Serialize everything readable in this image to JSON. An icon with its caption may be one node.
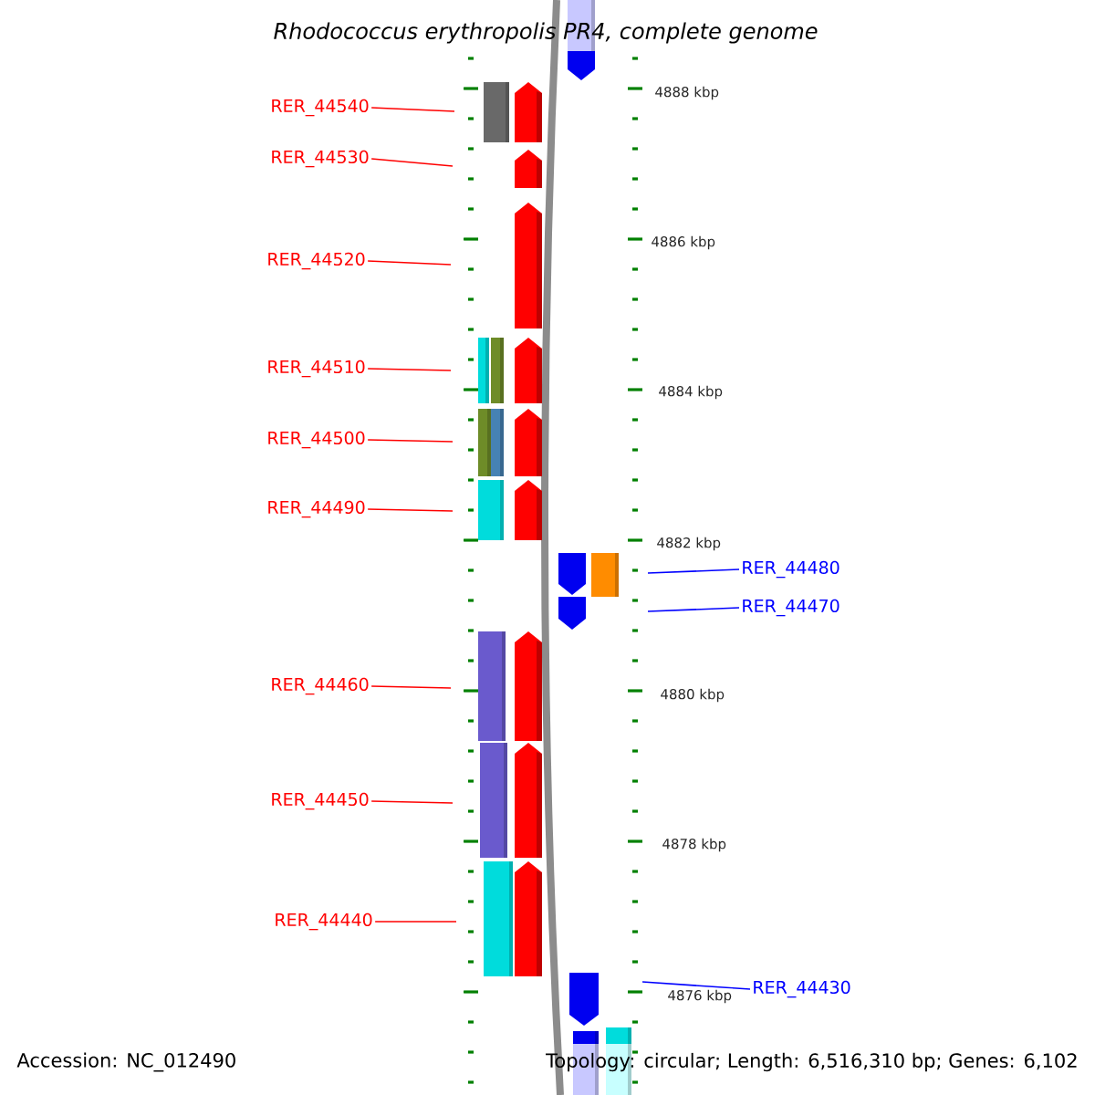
{
  "diagram": {
    "title": "Rhodococcus erythropolis PR4, complete genome",
    "nodes": [
      {
        "text": [
          "RER_44540"
        ]
      },
      {
        "text": [
          "RER_44530"
        ]
      },
      {
        "text": [
          "RER_44520"
        ]
      },
      {
        "text": [
          "RER_44510"
        ]
      },
      {
        "text": [
          "RER_44500"
        ]
      },
      {
        "text": [
          "RER_44490"
        ]
      },
      {
        "text": [
          "RER_44480"
        ]
      },
      {
        "text": [
          "RER_44470"
        ]
      },
      {
        "text": [
          "RER_44460"
        ]
      },
      {
        "text": [
          "RER_44450"
        ]
      },
      {
        "text": [
          "RER_44440"
        ]
      },
      {
        "text": [
          "RER_44430"
        ]
      }
    ],
    "edges": [
      {
        "from": 0,
        "to": null,
        "arrow": "none"
      },
      {
        "from": 1,
        "to": null,
        "arrow": "none"
      },
      {
        "from": 2,
        "to": null,
        "arrow": "none"
      },
      {
        "from": 3,
        "to": null,
        "arrow": "none"
      },
      {
        "from": 4,
        "to": null,
        "arrow": "none"
      },
      {
        "from": 5,
        "to": null,
        "arrow": "none"
      },
      {
        "from": 6,
        "to": null,
        "arrow": "none",
        "color": "#0000ff"
      },
      {
        "from": 7,
        "to": null,
        "arrow": "none",
        "color": "#0000ff"
      },
      {
        "from": 8,
        "to": null,
        "arrow": "none"
      },
      {
        "from": 9,
        "to": null,
        "arrow": "none"
      },
      {
        "from": 10,
        "to": null,
        "arrow": "none"
      },
      {
        "from": 11,
        "to": null,
        "arrow": "none",
        "color": "#0000ff"
      }
    ],
    "labels": [
      "4888 kbp",
      "4886 kbp",
      "4884 kbp",
      "4882 kbp",
      "4880 kbp",
      "4878 kbp",
      "4876 kbp",
      "Accession: NC_012490",
      "Topology: circular; Length: 6,516,310 bp; Genes: 6,102"
    ]
  }
}
